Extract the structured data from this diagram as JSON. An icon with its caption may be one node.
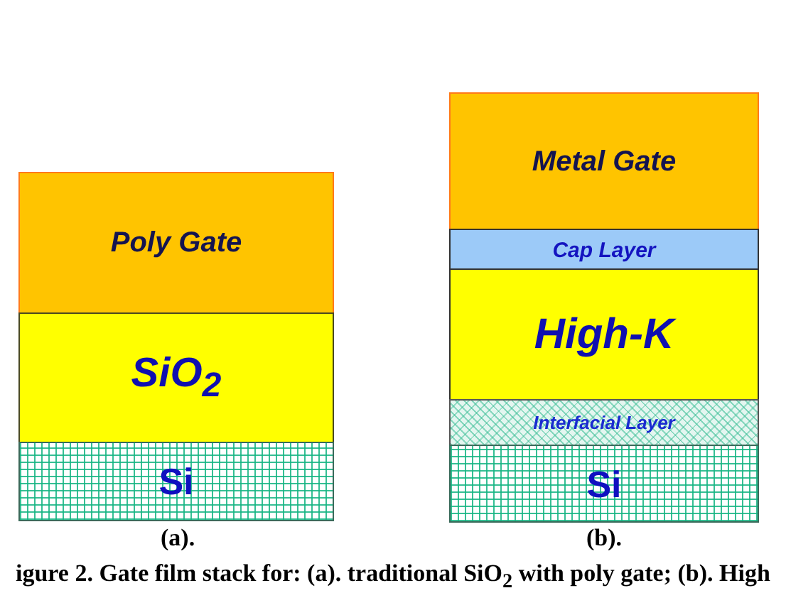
{
  "diagram": {
    "caption": "igure 2. Gate film stack for: (a). traditional SiO$_{2}$ with poly gate; (b). High",
    "nodes": [
      {
        "text": [
          "Poly Gate"
        ]
      },
      {
        "text": [
          "SiO$_{2}$"
        ]
      },
      {
        "text": [
          "Si"
        ]
      },
      {
        "text": [
          "Metal Gate"
        ]
      },
      {
        "text": [
          "Cap Layer"
        ]
      },
      {
        "text": [
          "High-K"
        ]
      },
      {
        "text": [
          "Interfacial Layer"
        ]
      },
      {
        "text": [
          "Si"
        ]
      }
    ],
    "labels": [
      "(a).",
      "(b)."
    ]
  }
}
